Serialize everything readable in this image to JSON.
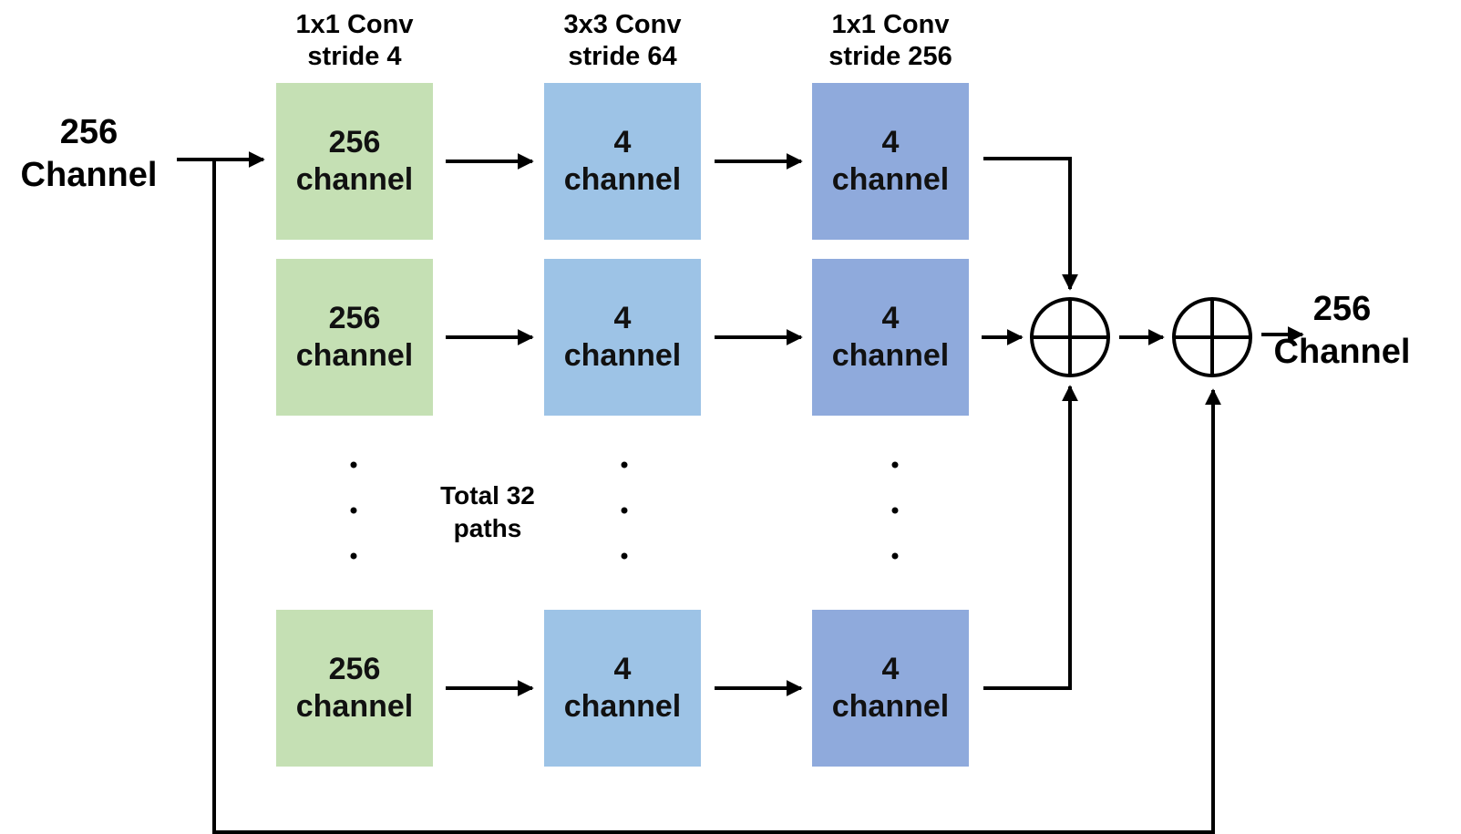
{
  "input": {
    "line1": "256",
    "line2": "Channel"
  },
  "output": {
    "line1": "256",
    "line2": "Channel"
  },
  "columns": [
    {
      "header_line1": "1x1 Conv",
      "header_line2": "stride 4",
      "color": "#c5e0b4",
      "block_line1": "256",
      "block_line2": "channel"
    },
    {
      "header_line1": "3x3 Conv",
      "header_line2": "stride 64",
      "color": "#9dc3e6",
      "block_line1": "4",
      "block_line2": "channel"
    },
    {
      "header_line1": "1x1 Conv",
      "header_line2": "stride 256",
      "color": "#8faadc",
      "block_line1": "4",
      "block_line2": "channel"
    }
  ],
  "paths_visible": 3,
  "total_label": {
    "line1": "Total 32",
    "line2": "paths"
  },
  "adders": [
    {
      "name": "path-sum-adder",
      "symbol": "circle-plus"
    },
    {
      "name": "residual-adder",
      "symbol": "circle-plus"
    }
  ]
}
